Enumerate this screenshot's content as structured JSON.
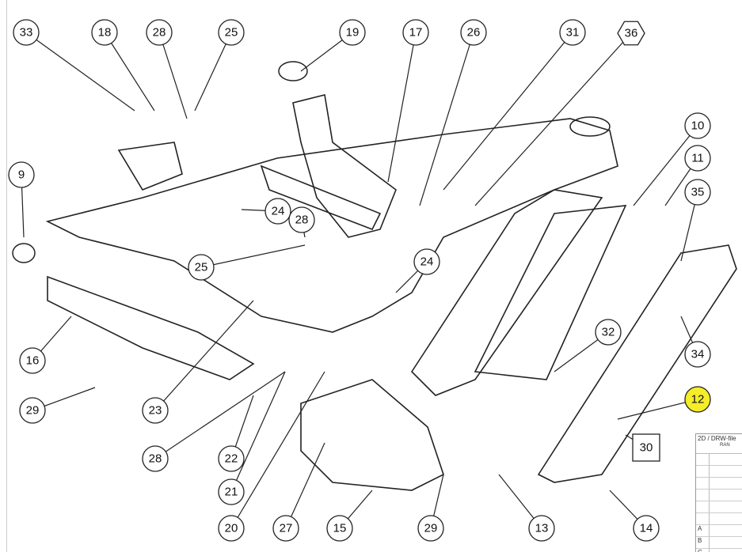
{
  "drawing": {
    "title": "Frame exploded view",
    "highlight_color": "#f5ec2a",
    "callouts": [
      "33",
      "18",
      "28",
      "25",
      "19",
      "17",
      "26",
      "31",
      "36",
      "10",
      "11",
      "35",
      "9",
      "24",
      "28",
      "25",
      "24",
      "32",
      "34",
      "16",
      "12",
      "29",
      "23",
      "30",
      "28",
      "22",
      "21",
      "20",
      "27",
      "15",
      "29",
      "13",
      "14"
    ],
    "highlighted_callout": "12"
  },
  "title_block": {
    "header": "2D / DRW-file",
    "sub": "RAN",
    "rows": [
      "",
      "",
      "",
      "",
      "",
      "",
      "A",
      "B",
      "C"
    ]
  }
}
